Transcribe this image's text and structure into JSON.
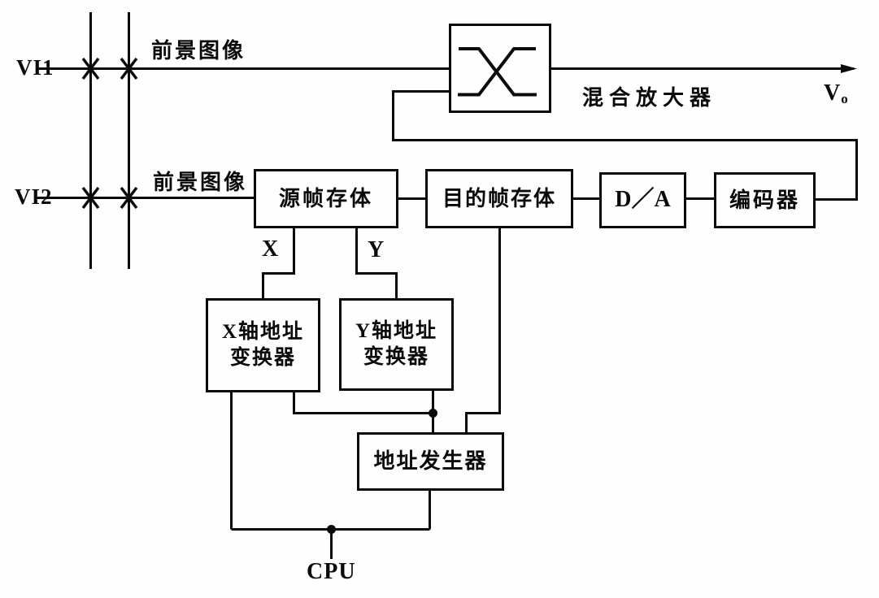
{
  "diagram": {
    "inputs": {
      "vi1": "VI1",
      "vi2": "VI2"
    },
    "wire_labels": {
      "vi1_wire": "前景图像",
      "vi2_wire": "前景图像",
      "x_wire": "X",
      "y_wire": "Y"
    },
    "blocks": {
      "mixer_amp": "混合放大器",
      "source_frame_memory": "源帧存体",
      "dest_frame_memory": "目的帧存体",
      "dac": "D／A",
      "encoder": "编码器",
      "x_address_converter_line1": "X轴地址",
      "x_address_converter_line2": "变换器",
      "y_address_converter_line1": "Y轴地址",
      "y_address_converter_line2": "变换器",
      "address_generator": "地址发生器"
    },
    "output": {
      "main": "V",
      "sub": "o"
    },
    "cpu": "CPU",
    "colors": {
      "ink": "#0a0a0a",
      "paper": "#fefefe"
    }
  }
}
